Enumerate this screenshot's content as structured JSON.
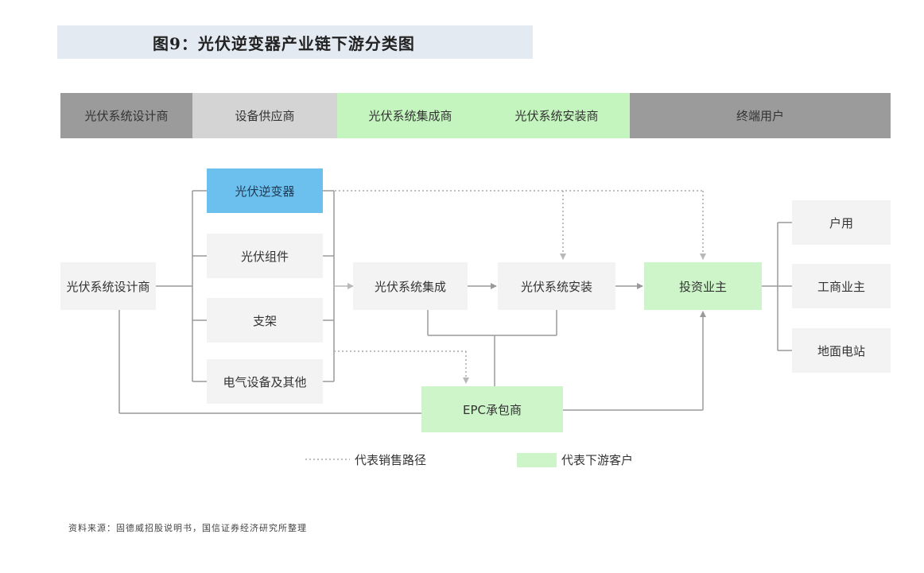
{
  "title": "图9：光伏逆变器产业链下游分类图",
  "headers": [
    {
      "label": "光伏系统设计商",
      "color": "#9b9b9b"
    },
    {
      "label": "设备供应商",
      "color": "#d4d4d4"
    },
    {
      "label": "光伏系统集成商",
      "color": "#c4f5bf"
    },
    {
      "label": "光伏系统安装商",
      "color": "#c4f5bf"
    },
    {
      "label": "终端用户",
      "color": "#9b9b9b"
    }
  ],
  "nodes": {
    "designer": "光伏系统设计商",
    "inverter": "光伏逆变器",
    "module": "光伏组件",
    "bracket": "支架",
    "electrical": "电气设备及其他",
    "integration": "光伏系统集成",
    "installation": "光伏系统安装",
    "investor": "投资业主",
    "household": "户用",
    "commercial": "工商业主",
    "ground": "地面电站",
    "epc": "EPC承包商"
  },
  "legend": {
    "sales_path": "代表销售路径",
    "downstream_customer": "代表下游客户"
  },
  "source": "资料来源：固德威招股说明书，国信证券经济研究所整理",
  "colors": {
    "green": "#cdf5c9",
    "blue": "#6cc0ee",
    "gray_box": "#f3f3f3",
    "line": "#9a9a9a"
  }
}
